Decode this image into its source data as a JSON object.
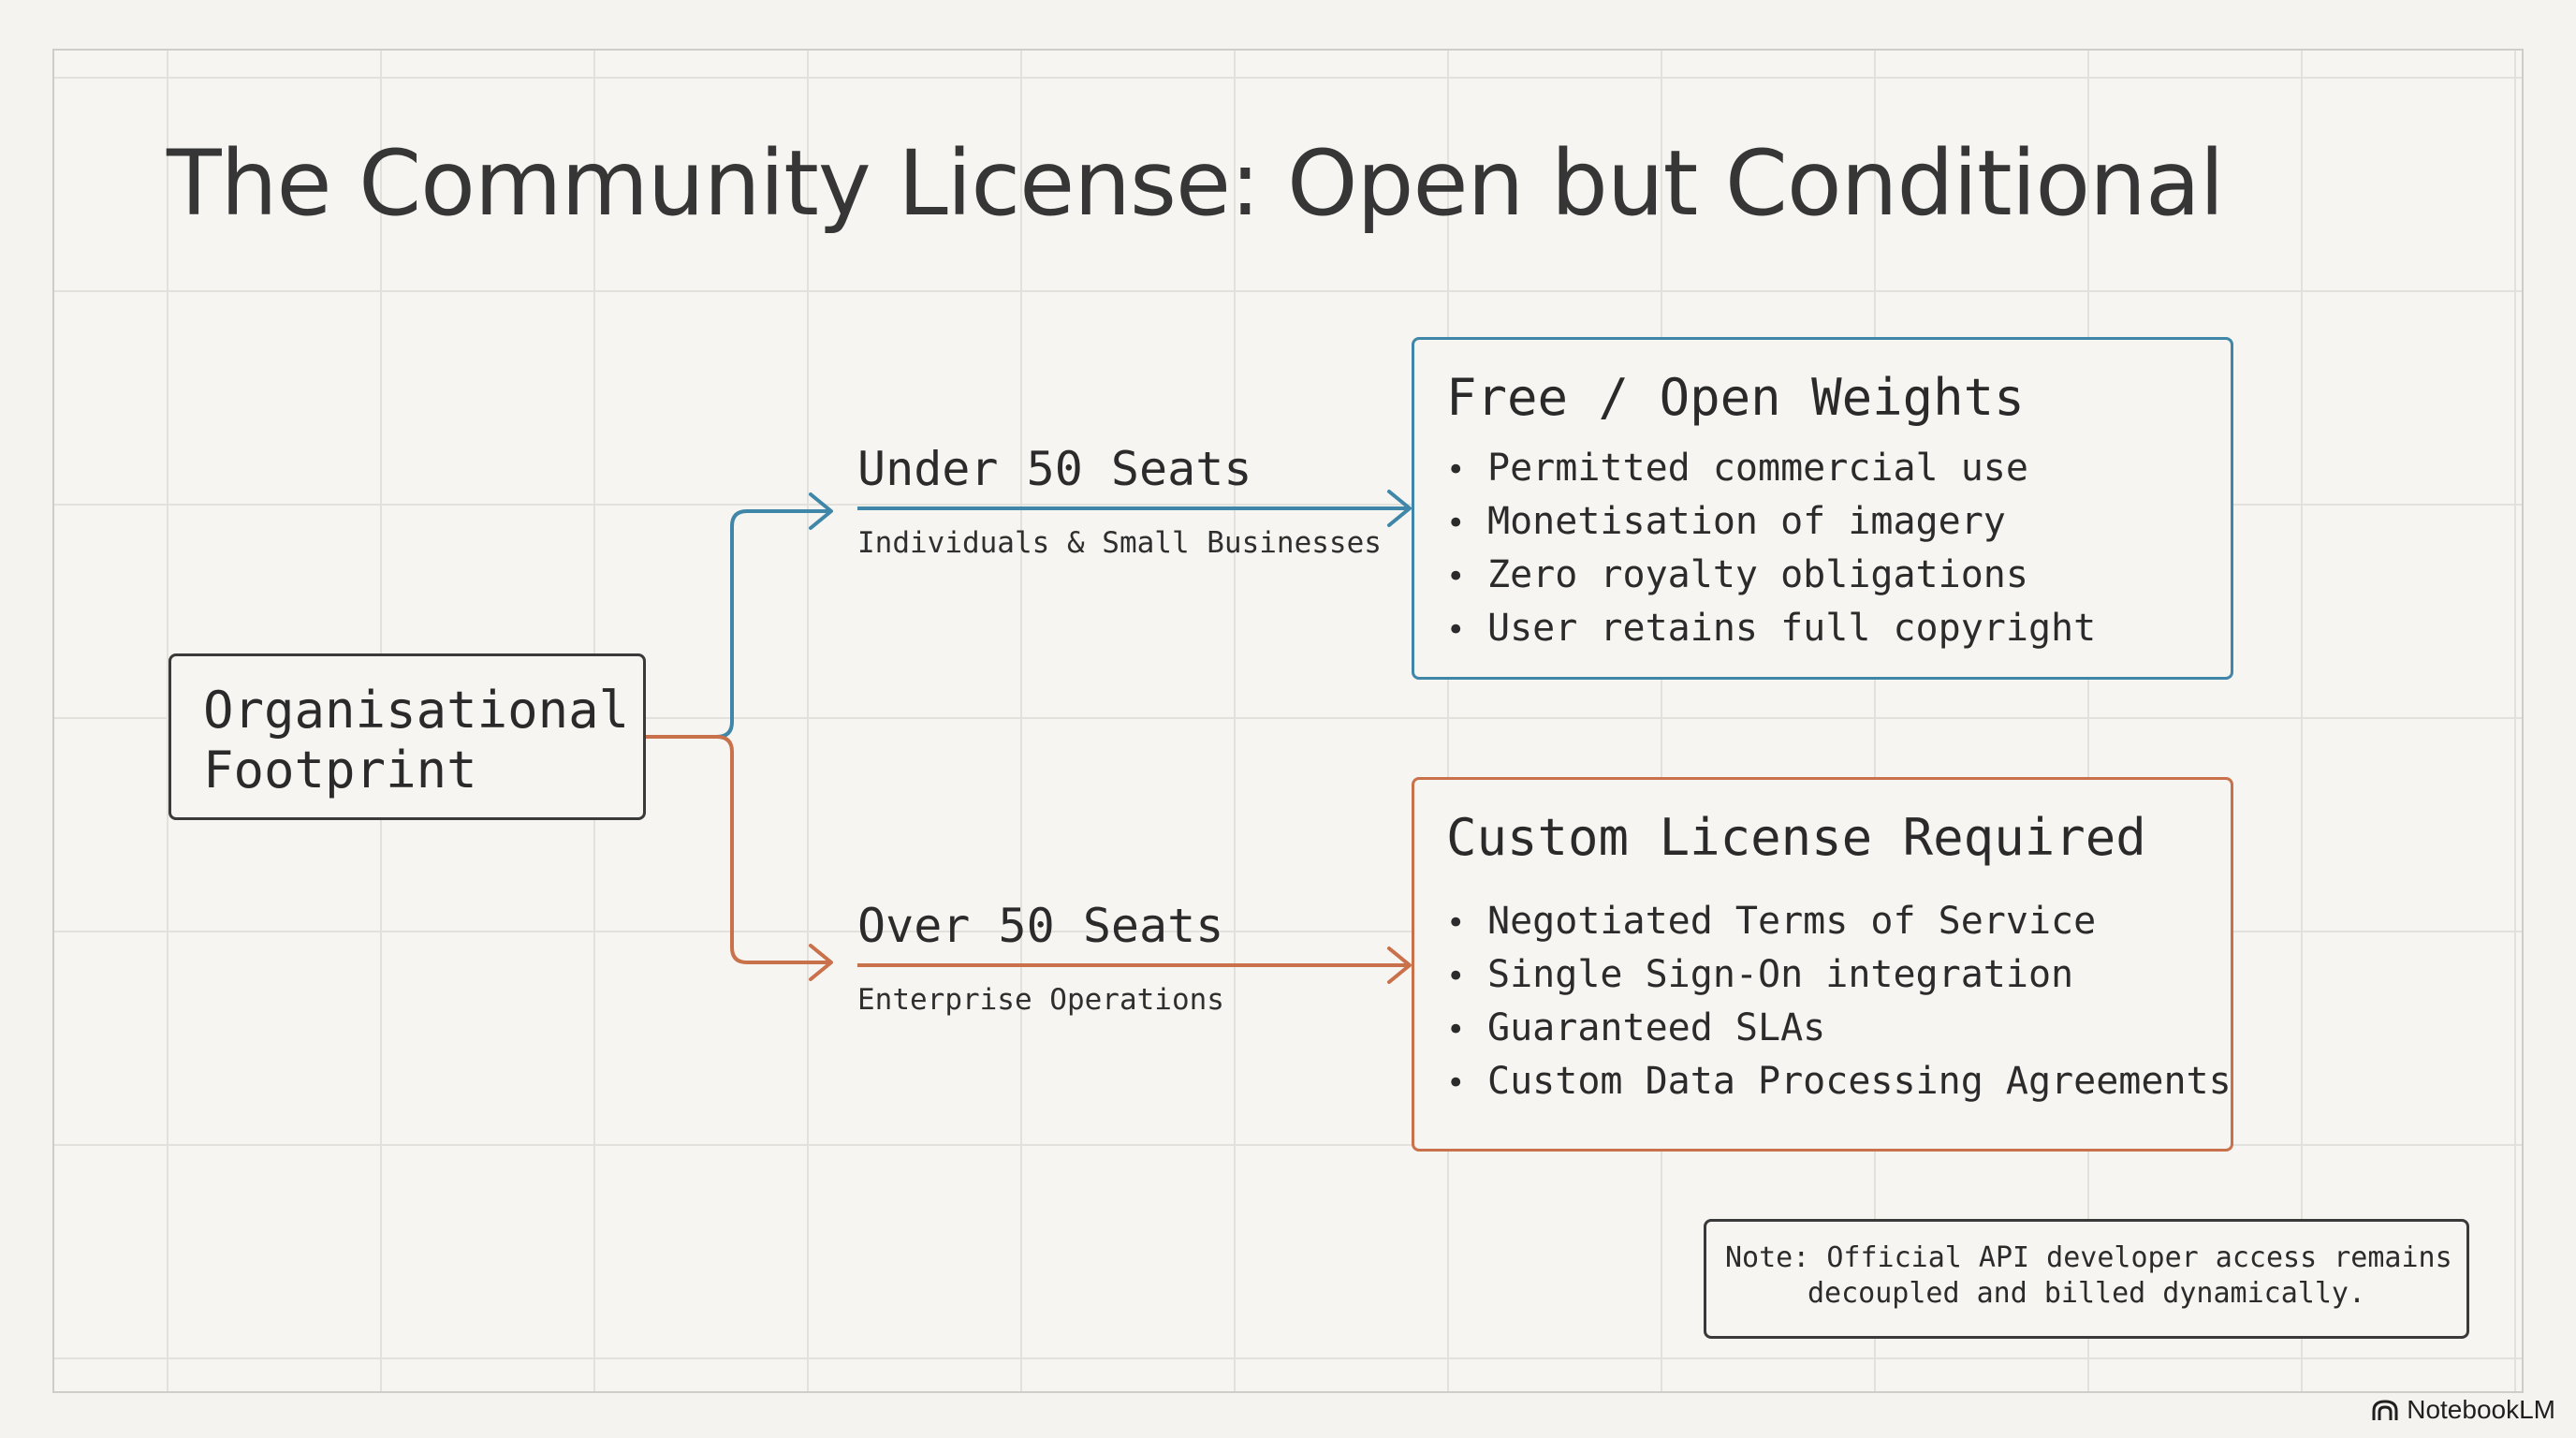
{
  "title": "The Community License: Open but Conditional",
  "root": {
    "line1": "Organisational",
    "line2": "Footprint"
  },
  "branches": [
    {
      "label": "Under 50 Seats",
      "sub": "Individuals & Small Businesses",
      "color": "#3f86a8"
    },
    {
      "label": "Over 50 Seats",
      "sub": "Enterprise Operations",
      "color": "#c9714b"
    }
  ],
  "outcomes": [
    {
      "title": "Free / Open Weights",
      "items": [
        "Permitted commercial use",
        "Monetisation of imagery",
        "Zero royalty obligations",
        "User retains full copyright"
      ],
      "color": "#3f86a8"
    },
    {
      "title": "Custom License Required",
      "items": [
        "Negotiated Terms of Service",
        "Single Sign-On integration",
        "Guaranteed SLAs",
        "Custom Data Processing Agreements"
      ],
      "color": "#c9714b"
    }
  ],
  "note": {
    "line1": "Note: Official API developer access remains",
    "line2": "decoupled and billed dynamically."
  },
  "brand": {
    "name": "NotebookLM",
    "icon": "notebooklm-logo-icon"
  },
  "bullet_glyph": "•"
}
